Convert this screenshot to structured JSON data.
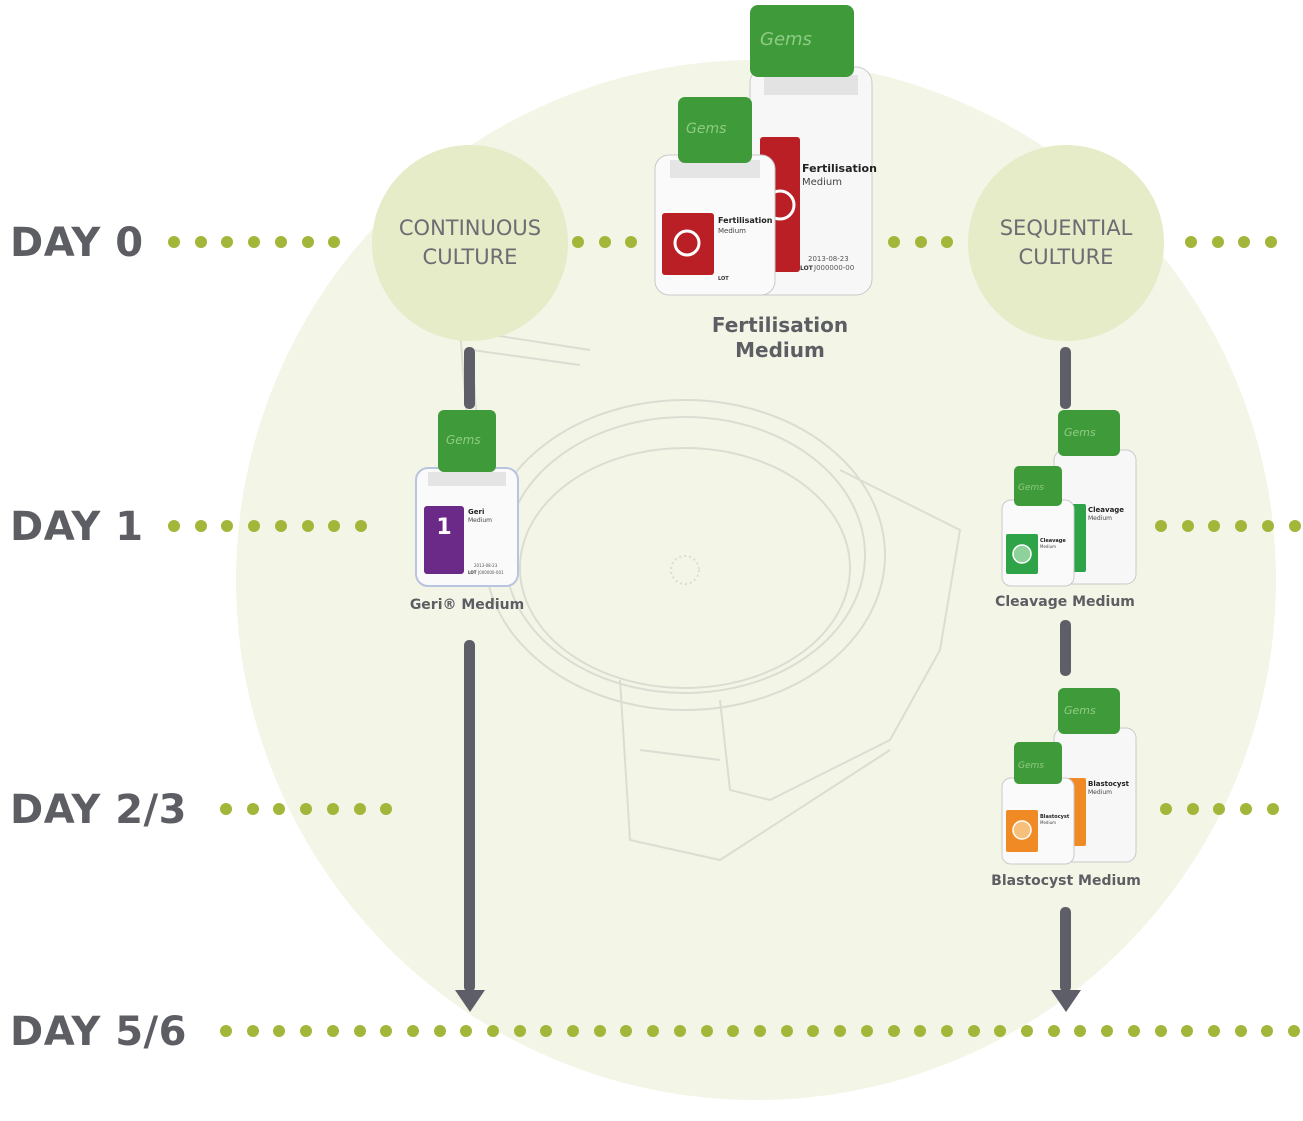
{
  "days": {
    "day0": "DAY 0",
    "day1": "DAY 1",
    "day23": "DAY 2/3",
    "day56": "DAY 5/6"
  },
  "cultures": {
    "continuous": {
      "line1": "CONTINUOUS",
      "line2": "CULTURE"
    },
    "sequential": {
      "line1": "SEQUENTIAL",
      "line2": "CULTURE"
    }
  },
  "products": {
    "fertilisation": {
      "caption_line1": "Fertilisation",
      "caption_line2": "Medium",
      "label_name": "Fertilisation",
      "label_sub": "Medium",
      "date": "2013-08-23",
      "lot": "J000000-00",
      "lot_tag": "LOT",
      "brand": "Gems",
      "color": "#b91f24"
    },
    "geri": {
      "caption": "Geri® Medium",
      "label_name": "Geri",
      "label_sub": "Medium",
      "number": "1",
      "date": "2013-08-23",
      "lot": "J000000-001",
      "lot_tag": "LOT",
      "brand": "Gems",
      "color": "#6b2a88"
    },
    "cleavage": {
      "caption": "Cleavage Medium",
      "label_name": "Cleavage",
      "label_sub": "Medium",
      "brand": "Gems",
      "color": "#2fa347"
    },
    "blastocyst": {
      "caption": "Blastocyst Medium",
      "label_name": "Blastocyst",
      "label_sub": "Medium",
      "brand": "Gems",
      "color": "#f08a24"
    }
  },
  "colors": {
    "dot": "#a3b63a",
    "label_text": "#5d5e63",
    "cap": "#3f9a3a",
    "culture_circle": "#e6ebc8",
    "background_circle": "#f3f5e6",
    "arrow": "#5d5e68"
  }
}
